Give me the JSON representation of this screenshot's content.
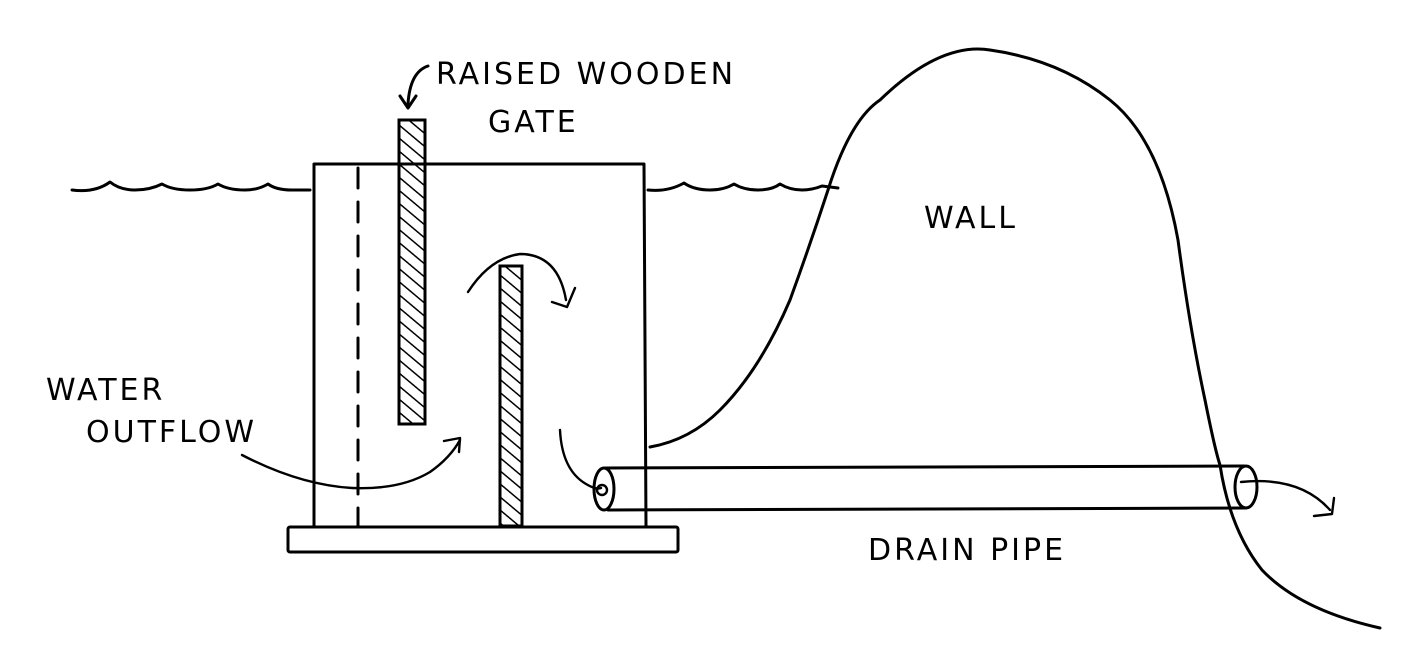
{
  "labels": {
    "gate": [
      "RAISED WOODEN",
      "GATE"
    ],
    "wall": "WALL",
    "outflow": [
      "WATER",
      "OUTFLOW"
    ],
    "pipe": "DRAIN PIPE"
  },
  "colors": {
    "ink": "#000000",
    "background": "#ffffff"
  }
}
